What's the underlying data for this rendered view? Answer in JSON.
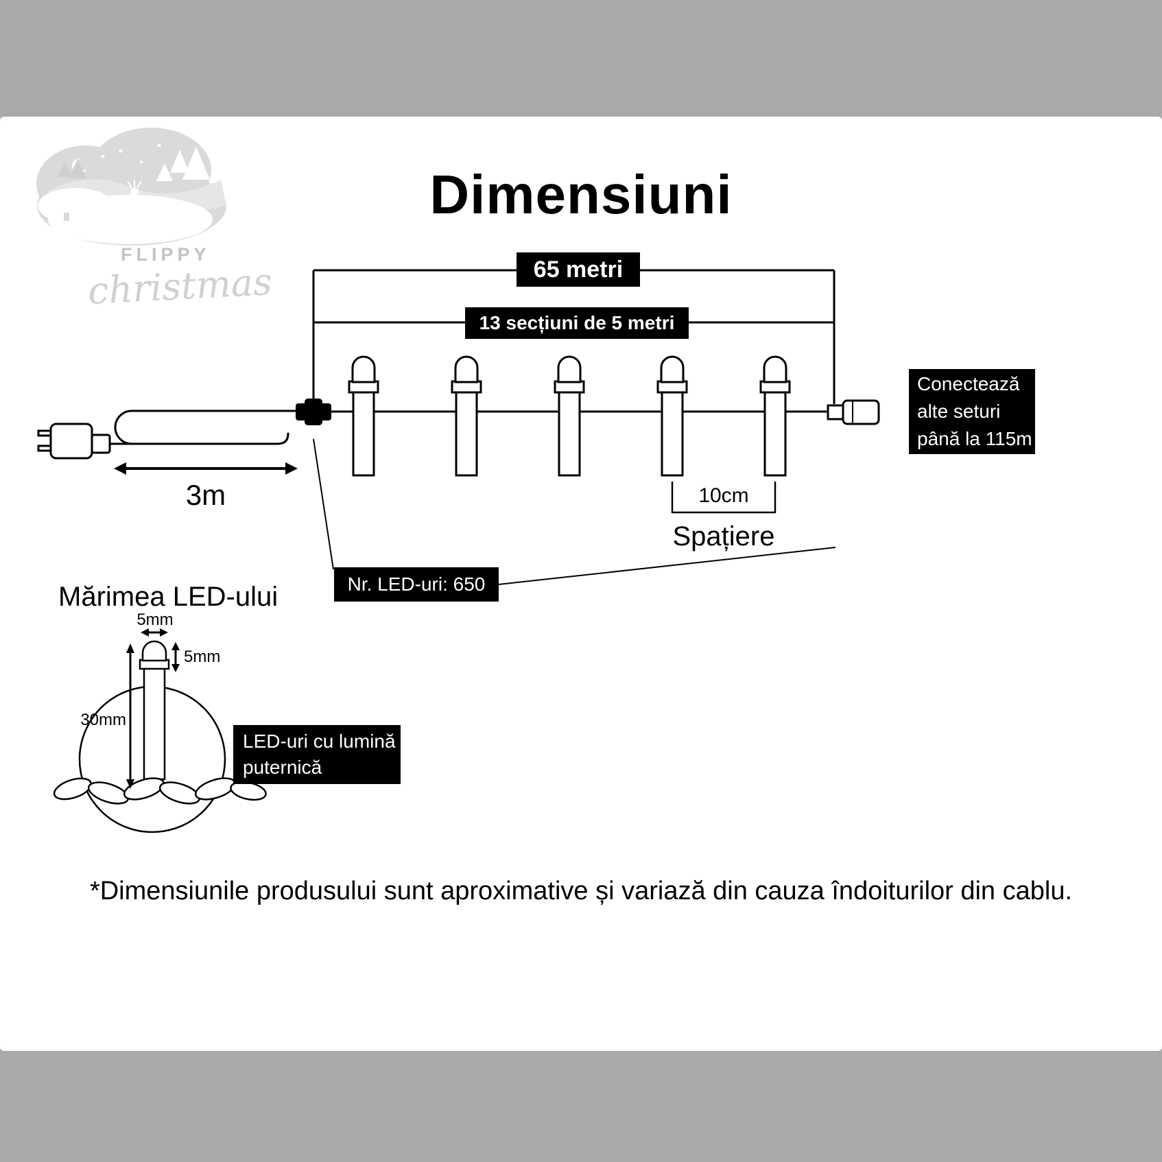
{
  "title": "Dimensiuni",
  "logo": {
    "brand": "FLIPPY",
    "script": "christmas"
  },
  "diagram": {
    "total_length": "65 metri",
    "sections": "13 secțiuni de 5 metri",
    "connect_lines": [
      "Conectează",
      "alte seturi",
      "până la 115m"
    ],
    "lead_length": "3m",
    "spacing_value": "10cm",
    "spacing_label": "Spațiere",
    "led_count": "Nr. LED-uri: 650"
  },
  "led_size": {
    "heading": "Mărimea LED-ului",
    "width": "5mm",
    "height": "5mm",
    "total_height": "30mm",
    "callout_lines": [
      "LED-uri cu lumină",
      "puternică"
    ]
  },
  "footnote": "*Dimensiunile produsului sunt aproximative și variază din cauza îndoiturilor din cablu.",
  "colors": {
    "background": "#a9a9a9",
    "panel": "#ffffff",
    "label_bg": "#000000",
    "label_text": "#ffffff",
    "line": "#000000",
    "logo_gray": "#dadada"
  }
}
